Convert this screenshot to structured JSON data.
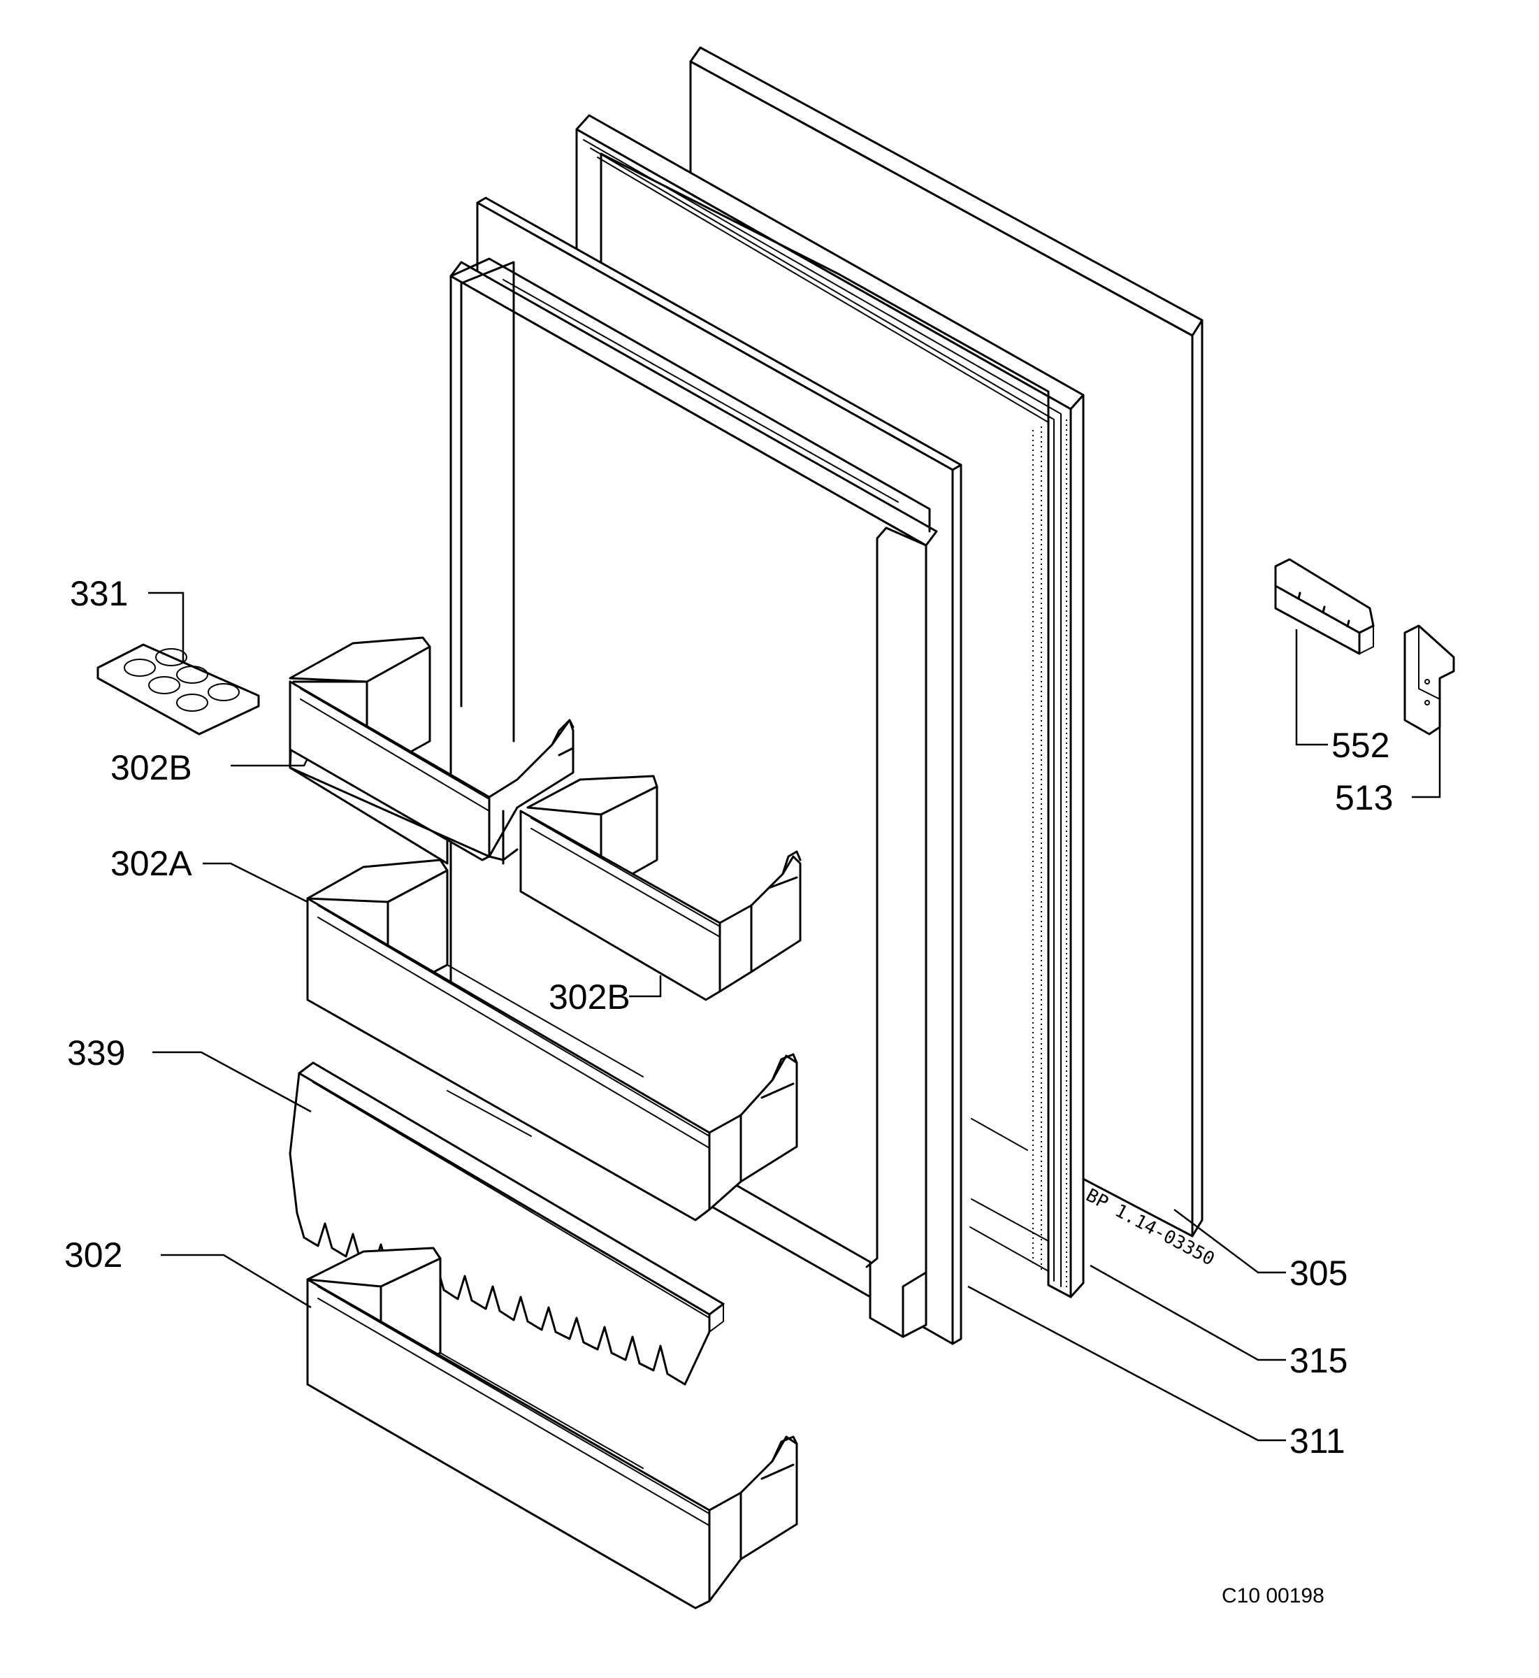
{
  "diagram": {
    "drawing_code": "C10 00198",
    "handwritten_note": "BP 1.14-03350",
    "labels": {
      "l305": "305",
      "l315": "315",
      "l311": "311",
      "l331": "331",
      "l302B_upper": "302B",
      "l302A": "302A",
      "l302B_lower": "302B",
      "l339": "339",
      "l302": "302",
      "l552": "552",
      "l513": "513"
    },
    "parts": [
      {
        "id": "305",
        "name": "outer door panel"
      },
      {
        "id": "315",
        "name": "door gasket"
      },
      {
        "id": "311",
        "name": "inner door liner"
      },
      {
        "id": "331",
        "name": "egg tray"
      },
      {
        "id": "302B",
        "name": "small door shelf"
      },
      {
        "id": "302A",
        "name": "door shelf"
      },
      {
        "id": "339",
        "name": "bottle retainer"
      },
      {
        "id": "302",
        "name": "bottom door shelf"
      },
      {
        "id": "552",
        "name": "hinge plate"
      },
      {
        "id": "513",
        "name": "hinge bracket"
      }
    ]
  }
}
